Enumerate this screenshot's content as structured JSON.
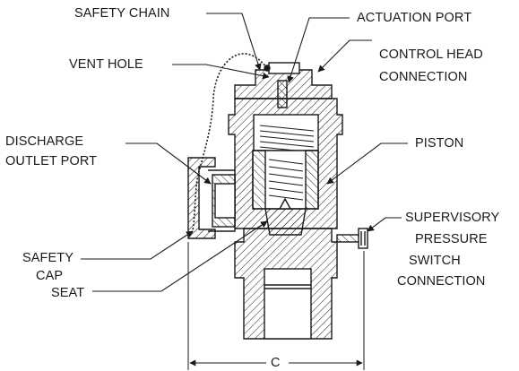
{
  "labels": {
    "safety_chain": "SAFETY CHAIN",
    "actuation_port": "ACTUATION PORT",
    "vent_hole": "VENT HOLE",
    "control_head_1": "CONTROL HEAD",
    "control_head_2": "CONNECTION",
    "discharge_1": "DISCHARGE",
    "discharge_2": "OUTLET PORT",
    "piston": "PISTON",
    "supervisory_1": "SUPERVISORY",
    "supervisory_2": "PRESSURE",
    "supervisory_3": "SWITCH",
    "supervisory_4": "CONNECTION",
    "safety_cap_1": "SAFETY",
    "safety_cap_2": "CAP",
    "seat": "SEAT",
    "dimension_c": "C"
  },
  "colors": {
    "line": "#1a1a1a",
    "background": "#ffffff"
  }
}
